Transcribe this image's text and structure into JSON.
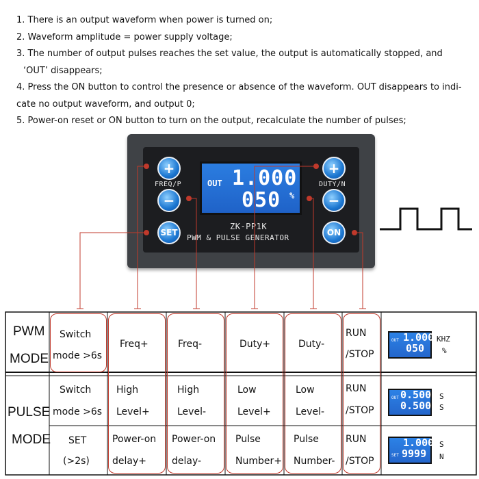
{
  "notes": [
    "1. There is an output waveform when power is turned on;",
    "2. Waveform amplitude = power supply voltage;",
    "3. The number of output pulses reaches the set value, the output is automatically stopped, and",
    "‘OUT’  disappears;",
    "4. Press the ON button to control the presence or absence of the waveform. OUT disappears to indi-",
    "cate no output waveform, and output 0;",
    "5. Power-on reset or ON button to turn on the output, recalculate the number of pulses;"
  ],
  "device": {
    "label_freq": "FREQ/P",
    "label_duty": "DUTY/N",
    "model": "ZK-PP1K",
    "subtitle": "PWM & PULSE GENERATOR",
    "btn_plus": "+",
    "btn_minus": "−",
    "btn_set": "SET",
    "btn_on": "ON",
    "lcd": {
      "out": "OUT",
      "line1": "1.000",
      "line2": "050",
      "unit": "%"
    }
  },
  "table": {
    "pwm": {
      "mode1": "PWM",
      "mode2": "MODE",
      "c1a": "Switch",
      "c1b": "mode >6s",
      "c2": "Freq+",
      "c3": "Freq-",
      "c4": "Duty+",
      "c5": "Duty-",
      "c6a": "RUN",
      "c6b": "/STOP",
      "lcd": {
        "tag": "OUT",
        "l1": "1.000",
        "l2": "050",
        "unit1": "KHZ",
        "unit2": "%"
      }
    },
    "pulse": {
      "mode1": "PULSE",
      "mode2": "MODE",
      "r1": {
        "c1a": "Switch",
        "c1b": "mode >6s",
        "c2a": "High",
        "c2b": "Level+",
        "c3a": "High",
        "c3b": "Level-",
        "c4a": "Low",
        "c4b": "Level+",
        "c5a": "Low",
        "c5b": "Level-",
        "c6a": "RUN",
        "c6b": "/STOP",
        "lcd": {
          "tag": "OUT",
          "l1": "0.500",
          "l2": "0.500",
          "unit1": "S",
          "unit2": "S"
        }
      },
      "r2": {
        "c1a": "SET",
        "c1b": "(>2s)",
        "c2a": "Power-on",
        "c2b": "delay+",
        "c3a": "Power-on",
        "c3b": "delay-",
        "c4a": "Pulse",
        "c4b": "Number+",
        "c5a": "Pulse",
        "c5b": "Number-",
        "c6a": "RUN",
        "c6b": "/STOP",
        "lcd": {
          "tag": "SET",
          "l1": "1.000",
          "l2": "9999",
          "unit1": "S",
          "unit2": "N"
        }
      }
    }
  },
  "colors": {
    "accent": "#c0392b",
    "lcd": "#2466cc",
    "device": "#3f4246"
  }
}
